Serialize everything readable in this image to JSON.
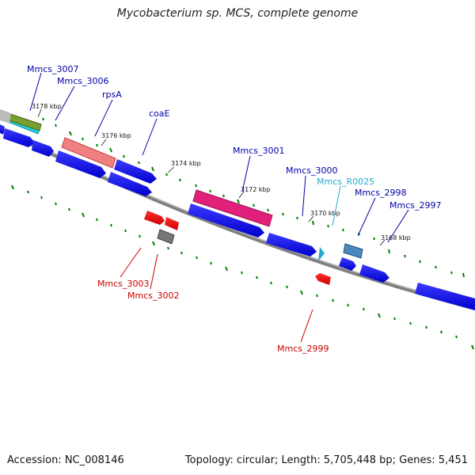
{
  "title": "Mycobacterium sp. MCS, complete genome",
  "footer": {
    "accession": "Accession: NC_008146",
    "stats": "Topology: circular; Length: 5,705,448 bp; Genes: 5,451"
  },
  "colors": {
    "forward_gene": "#0000ee",
    "reverse_gene": "#ee0000",
    "forward_label": "#0000aa",
    "reverse_label": "#cc0000",
    "ncrna_label": "#22aacc",
    "backbone": "#808080",
    "tick": "#008000"
  },
  "scale_ticks": [
    "3178 kbp",
    "3176 kbp",
    "3174 kbp",
    "3172 kbp",
    "3170 kbp",
    "3168 kbp"
  ],
  "gene_labels": {
    "mmcs_3007": "Mmcs_3007",
    "mmcs_3006": "Mmcs_3006",
    "rpsA": "rpsA",
    "coaE": "coaE",
    "mmcs_3001": "Mmcs_3001",
    "mmcs_3000": "Mmcs_3000",
    "mmcs_r0025": "Mmcs_R0025",
    "mmcs_2998": "Mmcs_2998",
    "mmcs_2997": "Mmcs_2997",
    "mmcs_3003": "Mmcs_3003",
    "mmcs_3002": "Mmcs_3002",
    "mmcs_2999": "Mmcs_2999"
  }
}
